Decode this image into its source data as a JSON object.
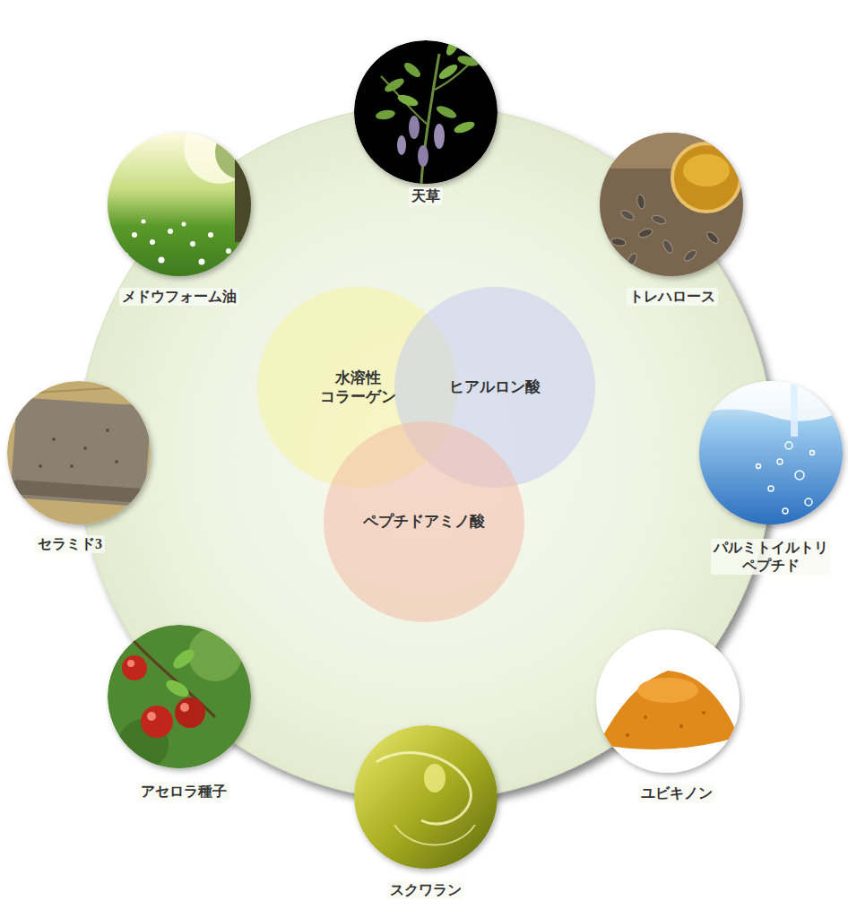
{
  "diagram": {
    "nodes": [
      {
        "text": [
          "天草"
        ]
      },
      {
        "text": [
          "トレハロース"
        ]
      },
      {
        "text": [
          "パルミトイルトリ ペプチド"
        ]
      },
      {
        "text": [
          "ユビキノン"
        ]
      },
      {
        "text": [
          "スクワラン"
        ]
      },
      {
        "text": [
          "アセロラ種子"
        ]
      },
      {
        "text": [
          "セラミド3"
        ]
      },
      {
        "text": [
          "メドウフォーム油"
        ]
      },
      {
        "text": [
          "水溶性 コラーゲン"
        ]
      },
      {
        "text": [
          "ヒアルロン酸"
        ]
      },
      {
        "text": [
          "ペプチドアミノ酸"
        ]
      }
    ]
  }
}
